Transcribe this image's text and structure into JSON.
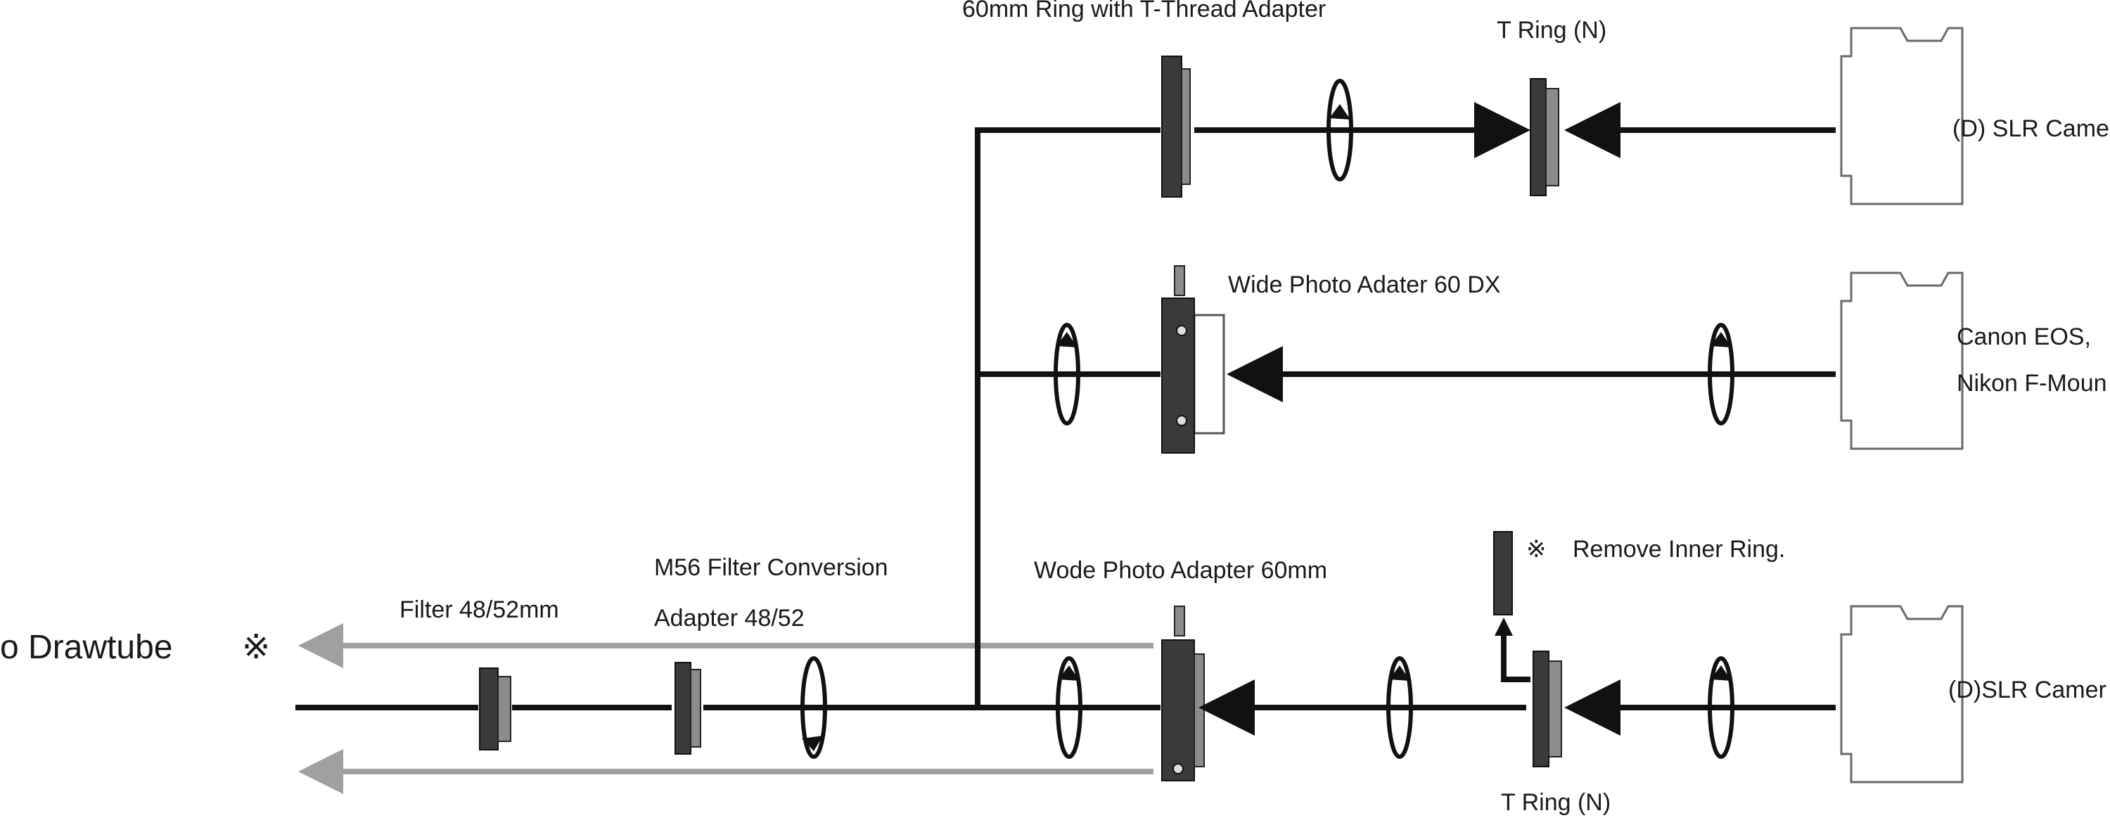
{
  "labels": {
    "drawtube": "o Drawtube",
    "note_mark": "※",
    "filter": "Filter 48/52mm",
    "m56_line1": "M56 Filter Conversion",
    "m56_line2": "Adapter 48/52",
    "ring60_tthread": "60mm Ring with T-Thread Adapter",
    "t_ring_top": "T Ring (N)",
    "slr_top": "(D) SLR Came",
    "wide_60dx": "Wide Photo Adater 60 DX",
    "canon": "Canon EOS,",
    "nikon": "Nikon F-Moun",
    "wode_60mm": "Wode Photo Adapter 60mm",
    "remove_inner": "Remove Inner Ring.",
    "slr_bottom": "(D)SLR Camer",
    "t_ring_bottom": "T Ring (N)"
  },
  "colors": {
    "line": "#111111",
    "gray_arrow": "#a0a0a0",
    "part": "#3a3a3a"
  }
}
